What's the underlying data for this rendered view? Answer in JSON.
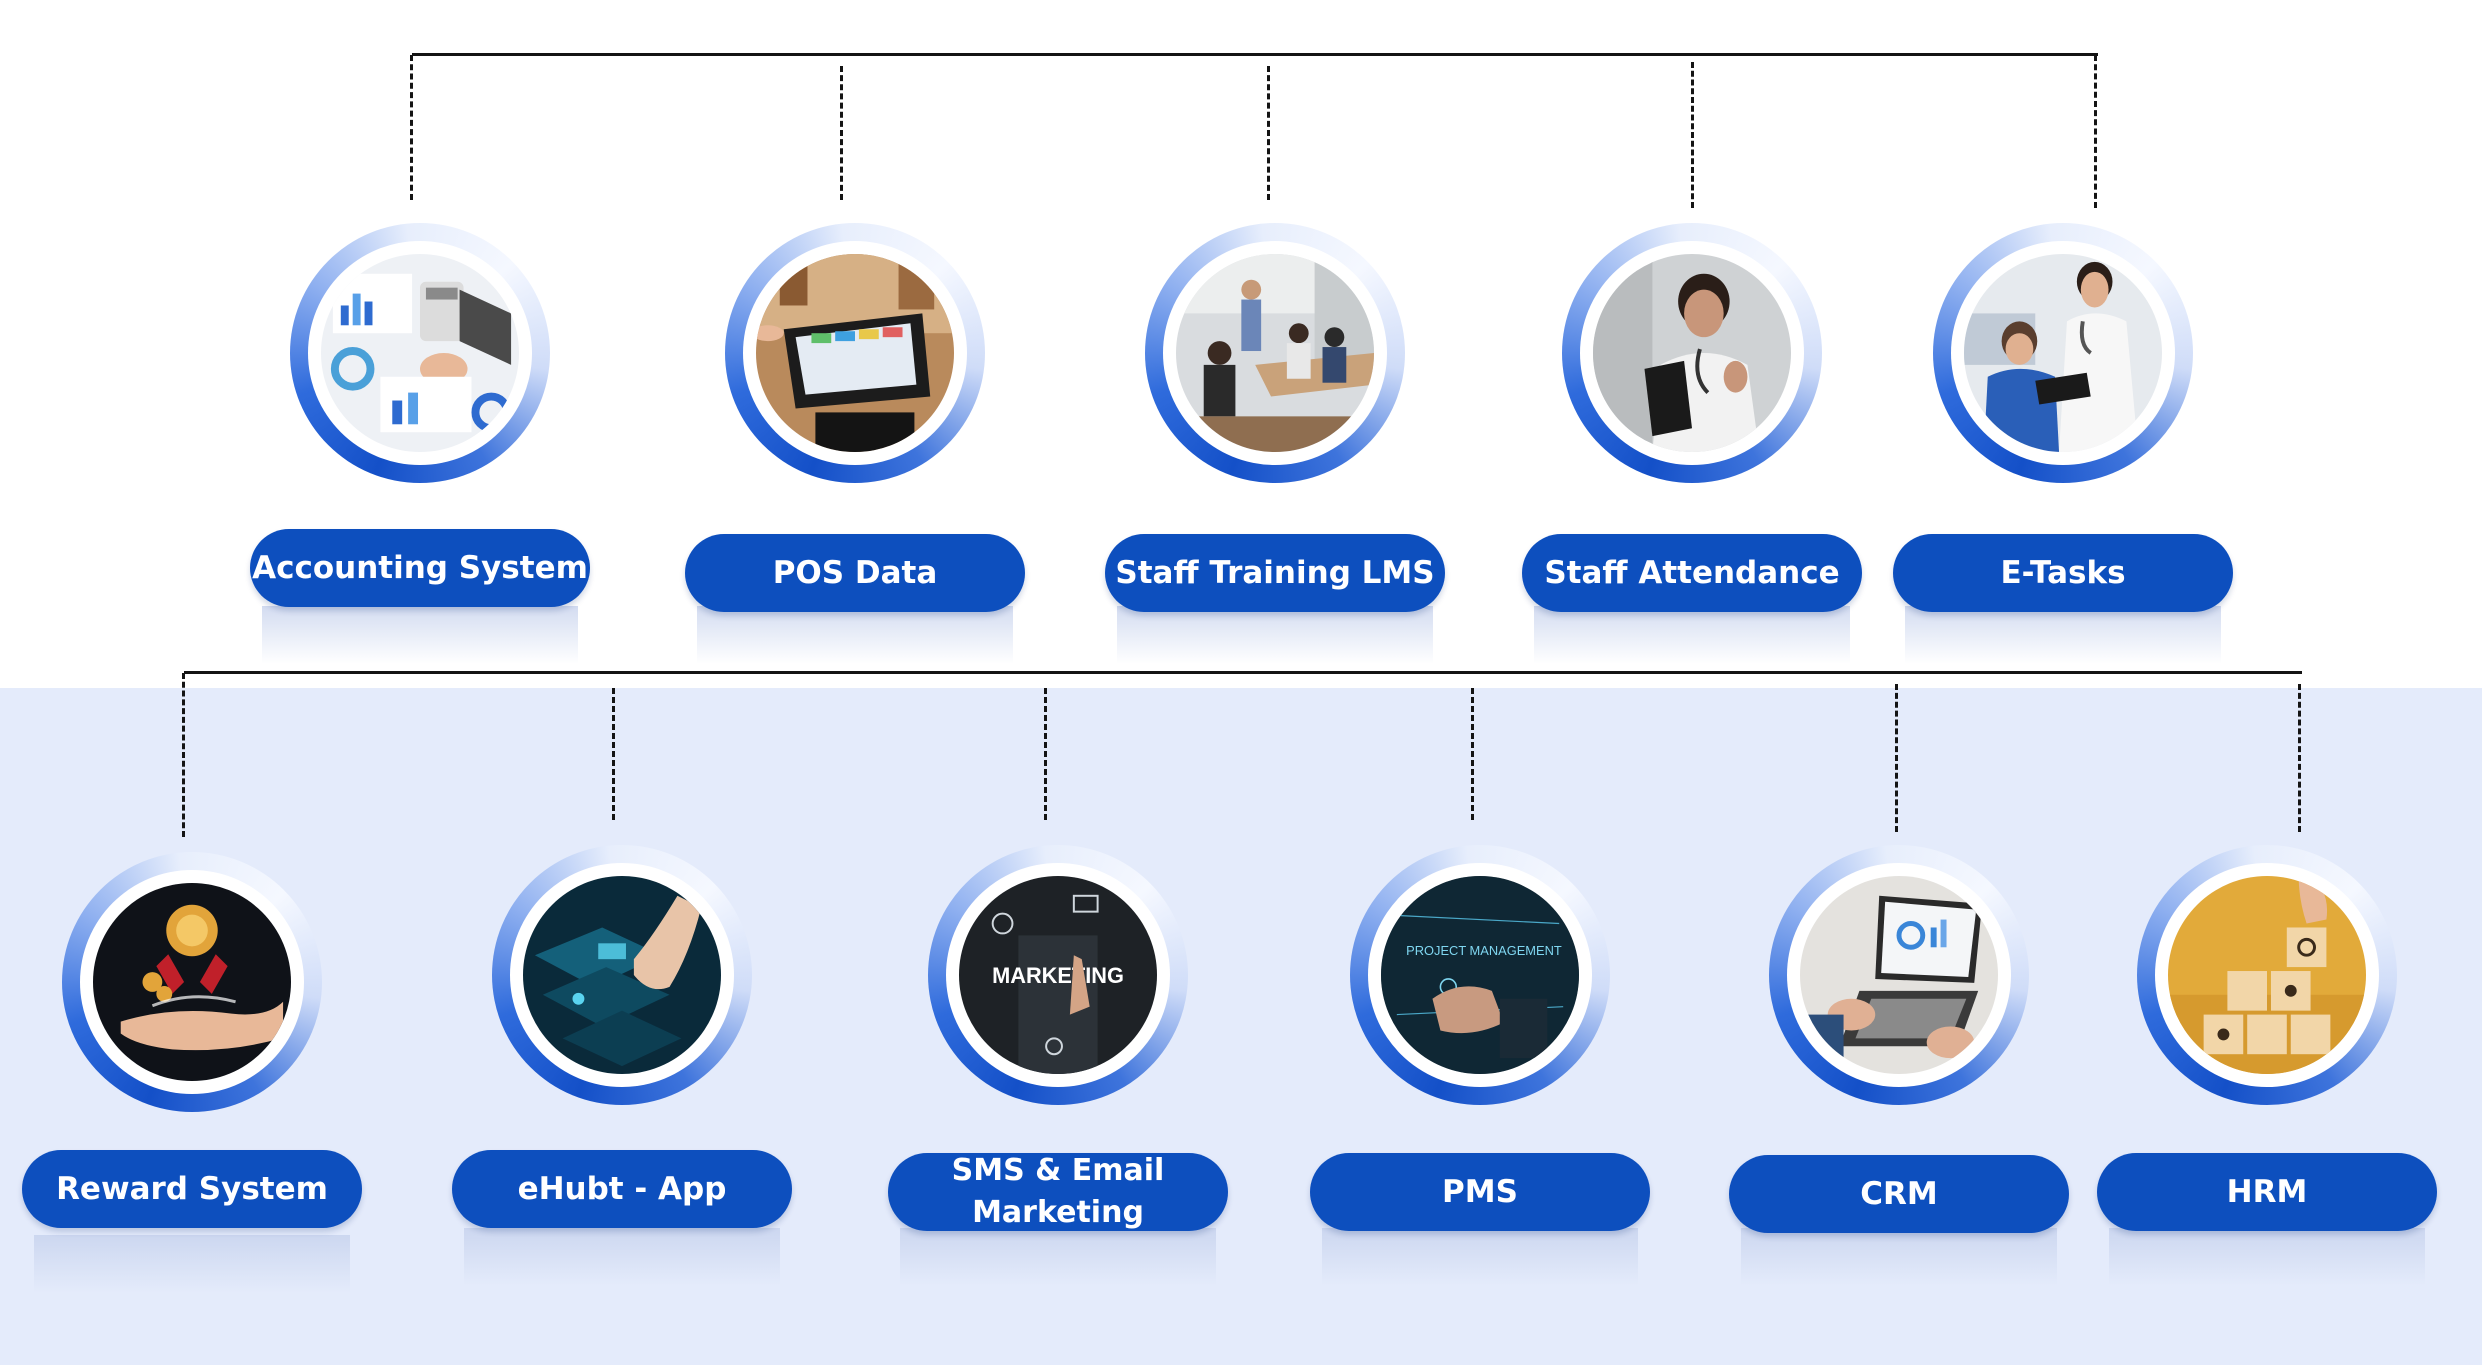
{
  "diagram": {
    "top_row": [
      {
        "id": "accounting",
        "label": "Accounting System",
        "icon": "accounting-photo-icon"
      },
      {
        "id": "pos",
        "label": "POS Data",
        "icon": "pos-terminal-photo-icon"
      },
      {
        "id": "lms",
        "label": "Staff Training LMS",
        "icon": "training-meeting-photo-icon"
      },
      {
        "id": "attendance",
        "label": "Staff Attendance",
        "icon": "doctor-tablet-photo-icon"
      },
      {
        "id": "etasks",
        "label": "E-Tasks",
        "icon": "medical-team-photo-icon"
      }
    ],
    "bottom_row": [
      {
        "id": "reward",
        "label": "Reward System",
        "icon": "reward-medal-photo-icon"
      },
      {
        "id": "ehubt",
        "label": "eHubt - App",
        "icon": "digital-touch-photo-icon"
      },
      {
        "id": "sms",
        "label": "SMS & Email Marketing",
        "icon": "marketing-photo-icon",
        "overlay_text": "MARKETING"
      },
      {
        "id": "pms",
        "label": "PMS",
        "icon": "project-management-photo-icon",
        "overlay_text": "PROJECT MANAGEMENT"
      },
      {
        "id": "crm",
        "label": "CRM",
        "icon": "laptop-dashboard-photo-icon"
      },
      {
        "id": "hrm",
        "label": "HRM",
        "icon": "hr-blocks-photo-icon"
      }
    ],
    "colors": {
      "pill": "#0d4fbe",
      "ring": "#1450c8",
      "band": "#e4ebfb",
      "connector": "#141414"
    }
  }
}
